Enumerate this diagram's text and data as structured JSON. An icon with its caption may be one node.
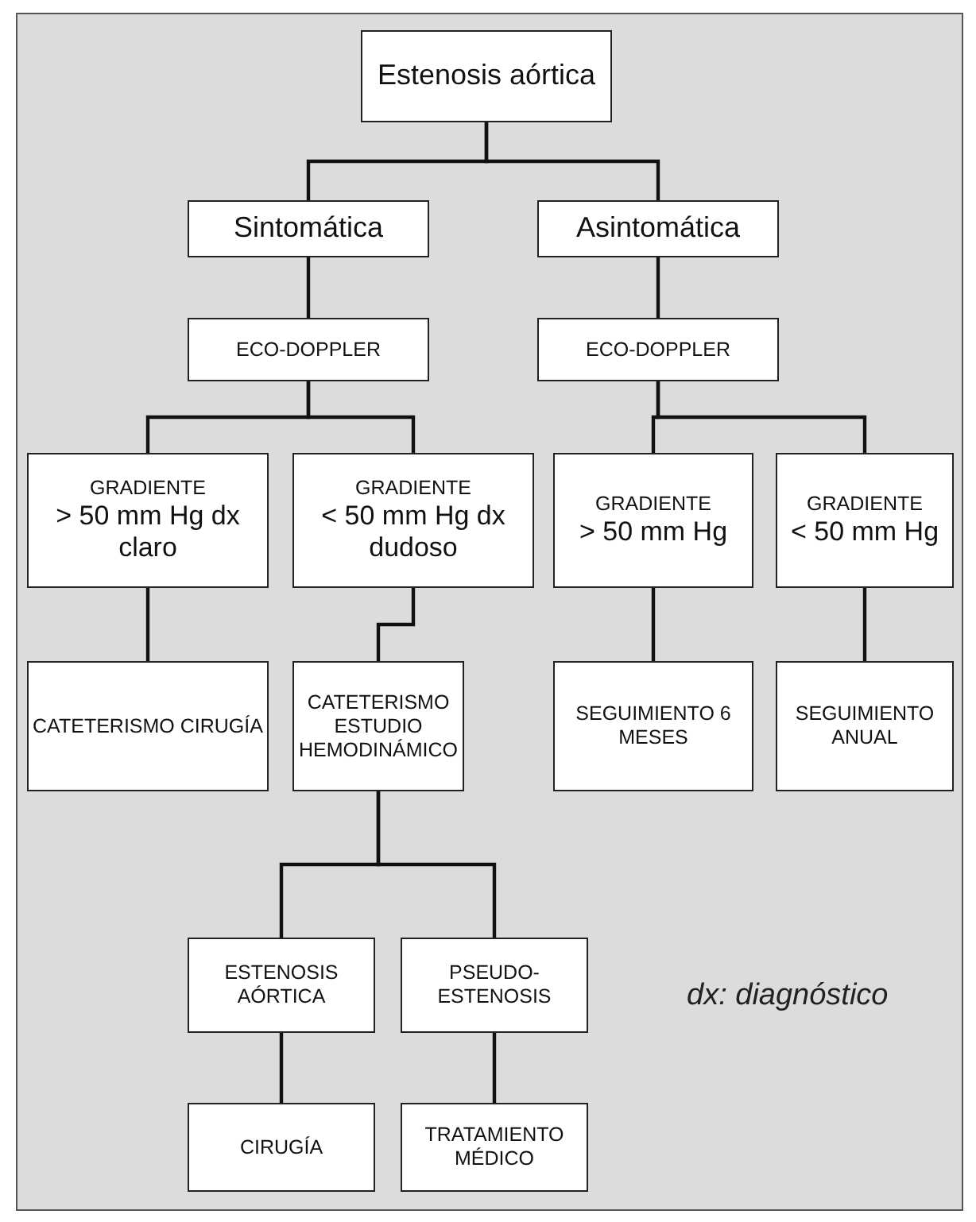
{
  "diagram": {
    "nodes": [
      {
        "text": [
          "Estenosis aórtica"
        ]
      },
      {
        "text": [
          "Sintomática"
        ]
      },
      {
        "text": [
          "Asintomática"
        ]
      },
      {
        "text": [
          "ECO-DOPPLER"
        ]
      },
      {
        "text": [
          "ECO-DOPPLER"
        ]
      },
      {
        "text": [
          "GRADIENTE",
          "> 50 mm Hg dx claro"
        ]
      },
      {
        "text": [
          "GRADIENTE",
          "< 50 mm Hg dx dudoso"
        ]
      },
      {
        "text": [
          "GRADIENTE",
          "> 50 mm Hg"
        ]
      },
      {
        "text": [
          "GRADIENTE",
          "< 50 mm Hg"
        ]
      },
      {
        "text": [
          "CATETERISMO CIRUGÍA"
        ]
      },
      {
        "text": [
          "CATETERISMO ESTUDIO HEMODINÁMICO"
        ]
      },
      {
        "text": [
          "SEGUIMIENTO 6 MESES"
        ]
      },
      {
        "text": [
          "SEGUIMIENTO ANUAL"
        ]
      },
      {
        "text": [
          "ESTENOSIS AÓRTICA"
        ]
      },
      {
        "text": [
          "PSEUDO-ESTENOSIS"
        ]
      },
      {
        "text": [
          "CIRUGÍA"
        ]
      },
      {
        "text": [
          "TRATAMIENTO MÉDICO"
        ]
      }
    ],
    "edges": [
      {
        "from": 0,
        "to": 1,
        "arrow": "none"
      },
      {
        "from": 0,
        "to": 2,
        "arrow": "none"
      },
      {
        "from": 1,
        "to": 3,
        "arrow": "none"
      },
      {
        "from": 2,
        "to": 4,
        "arrow": "none"
      },
      {
        "from": 3,
        "to": 5,
        "arrow": "none"
      },
      {
        "from": 3,
        "to": 6,
        "arrow": "none"
      },
      {
        "from": 4,
        "to": 7,
        "arrow": "none"
      },
      {
        "from": 4,
        "to": 8,
        "arrow": "none"
      },
      {
        "from": 5,
        "to": 9,
        "arrow": "none"
      },
      {
        "from": 6,
        "to": 10,
        "arrow": "none"
      },
      {
        "from": 7,
        "to": 11,
        "arrow": "none"
      },
      {
        "from": 8,
        "to": 12,
        "arrow": "none"
      },
      {
        "from": 10,
        "to": 13,
        "arrow": "none"
      },
      {
        "from": 10,
        "to": 14,
        "arrow": "none"
      },
      {
        "from": 13,
        "to": 15,
        "arrow": "none"
      },
      {
        "from": 14,
        "to": 16,
        "arrow": "none"
      }
    ],
    "labels": [
      "dx: diagnóstico"
    ]
  }
}
